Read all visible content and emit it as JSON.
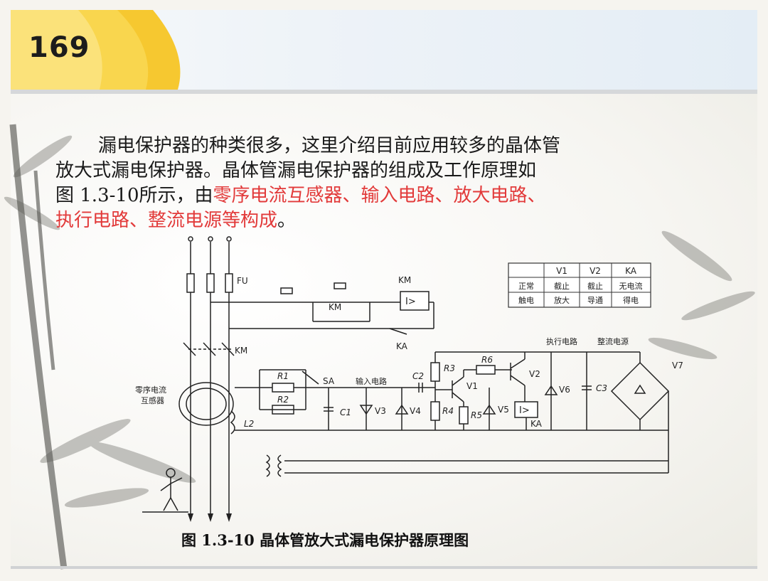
{
  "page_number": "169",
  "paragraph": {
    "line1": "漏电保护器的种类很多，这里介绍目前应用较多的晶体管",
    "line2": "放大式漏电保护器。晶体管漏电保护器的组成及工作原理如",
    "line3_a": "图 1.3-10所示，由",
    "line3_red": "零序电流互感器、输入电路、放大电路、",
    "line4_red": "执行电路、整流电源等构成",
    "line4_end": "。"
  },
  "figure_caption": "图 1.3-10  晶体管放大式漏电保护器原理图",
  "state_table": {
    "headers": [
      "",
      "V1",
      "V2",
      "KA"
    ],
    "rows": [
      [
        "正常",
        "截止",
        "截止",
        "无电流"
      ],
      [
        "触电",
        "放大",
        "导通",
        "得电"
      ]
    ]
  },
  "diagram_labels": {
    "fuse": "FU",
    "contactor_top": "KM",
    "contactor_coil": "KM",
    "contactor_main": "KM",
    "relay_contact": "KA",
    "ct_label_line1": "零序电流",
    "ct_label_line2": "互感器",
    "secondary_coil": "L2",
    "r1": "R1",
    "r2": "R2",
    "switch": "SA",
    "input_circuit": "输入电路",
    "c1": "C1",
    "c2": "C2",
    "v3": "V3",
    "v4": "V4",
    "r3": "R3",
    "r4": "R4",
    "r5": "R5",
    "r6": "R6",
    "v1": "V1",
    "v2": "V2",
    "v5": "V5",
    "relay_coil": "KA",
    "relay_symbol": "I>",
    "exec_circuit": "执行电路",
    "rectifier_power": "整流电源",
    "v6": "V6",
    "c3": "C3",
    "v7": "V7"
  }
}
